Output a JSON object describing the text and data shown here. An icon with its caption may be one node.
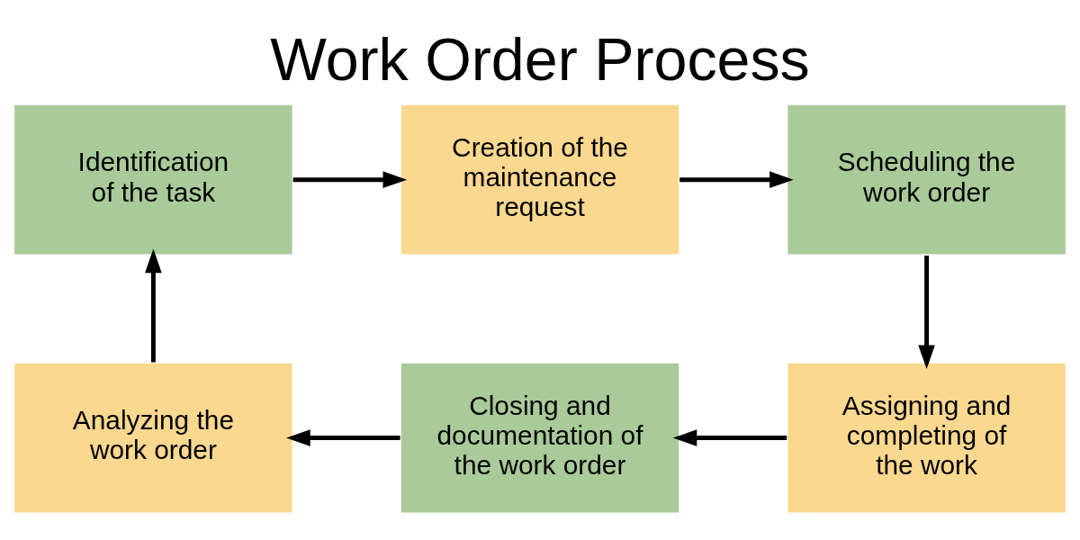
{
  "diagram": {
    "title": "Work Order Process",
    "nodes": [
      {
        "text": [
          "Identification of the task"
        ]
      },
      {
        "text": [
          "Creation of the maintenance request"
        ]
      },
      {
        "text": [
          "Scheduling the work order"
        ]
      },
      {
        "text": [
          "Assigning and completing of the work"
        ]
      },
      {
        "text": [
          "Closing and documentation of the work order"
        ]
      },
      {
        "text": [
          "Analyzing the work order"
        ]
      }
    ],
    "edges": [
      {
        "from": 0,
        "to": 1,
        "arrow": "to"
      },
      {
        "from": 1,
        "to": 2,
        "arrow": "to"
      },
      {
        "from": 2,
        "to": 3,
        "arrow": "to"
      },
      {
        "from": 3,
        "to": 4,
        "arrow": "to"
      },
      {
        "from": 4,
        "to": 5,
        "arrow": "to"
      },
      {
        "from": 5,
        "to": 0,
        "arrow": "to"
      }
    ]
  }
}
